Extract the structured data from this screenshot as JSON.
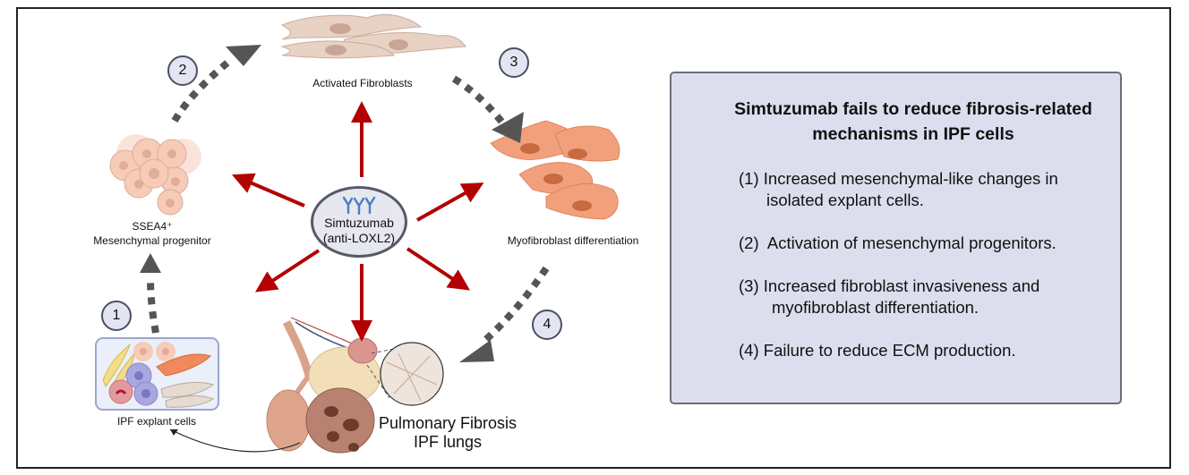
{
  "figure": {
    "center": {
      "drug_name": "Simtuzumab",
      "drug_target": "(anti-LOXL2)",
      "icon": "antibody-icon"
    },
    "nodes": {
      "activated_fibroblasts": "Activated Fibroblasts",
      "myofibroblast": "Myofibroblast differentiation",
      "progenitor_line1": "SSEA4⁺",
      "progenitor_line2": "Mesenchymal progenitor",
      "explant_cells": "IPF explant cells",
      "lungs_line1": "Pulmonary Fibrosis",
      "lungs_line2": "IPF lungs"
    },
    "steps": [
      "1",
      "2",
      "3",
      "4"
    ],
    "colors": {
      "red_arrow": "#b30000",
      "dashed_arrow": "#555555",
      "step_fill": "#e3e5f3",
      "panel_fill": "#dcdeee",
      "fibroblast": "#e8d2c4",
      "myofibroblast": "#f2a07b",
      "progenitor": "#f6cbb7"
    }
  },
  "panel": {
    "title": "Simtuzumab fails to reduce fibrosis-related mechanisms in IPF cells",
    "items": [
      {
        "num": "(1)",
        "line1": "Increased mesenchymal-like changes in",
        "line2": "isolated explant cells."
      },
      {
        "num": "(2)",
        "line1": " Activation of mesenchymal progenitors.",
        "line2": ""
      },
      {
        "num": "(3)",
        "line1": "Increased fibroblast invasiveness and",
        "line2": "myofibroblast differentiation."
      },
      {
        "num": "(4)",
        "line1": "Failure to reduce ECM production.",
        "line2": ""
      }
    ]
  }
}
